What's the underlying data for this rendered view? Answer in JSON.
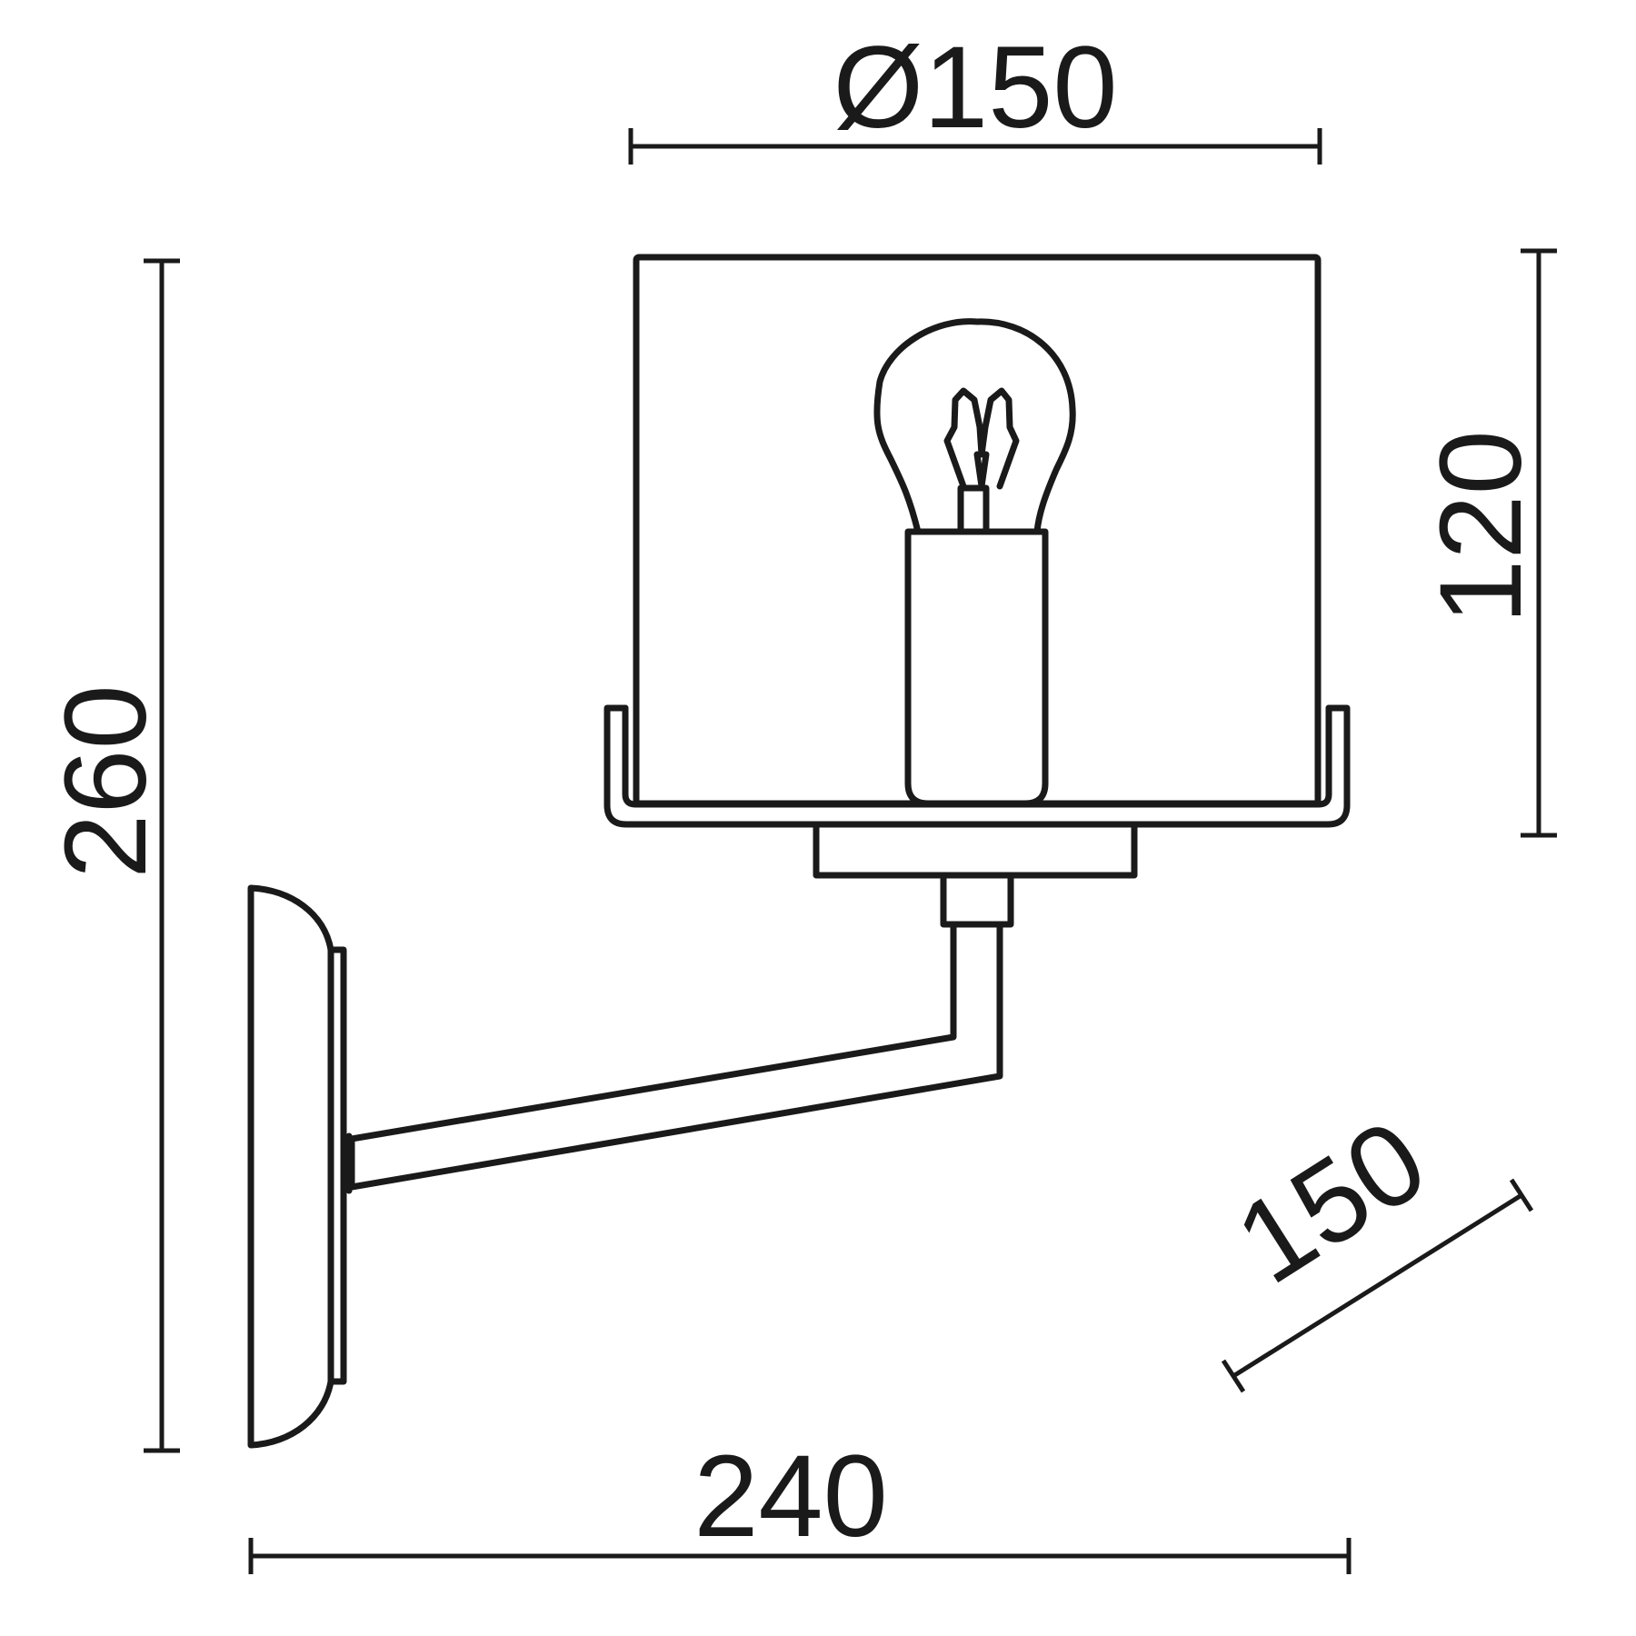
{
  "drawing": {
    "line_color": "#1a1a1a",
    "background": "#ffffff",
    "dimensions": {
      "shade_diameter": "Ø150",
      "shade_height": "120",
      "total_height": "260",
      "total_projection": "240",
      "base_depth": "150"
    }
  }
}
